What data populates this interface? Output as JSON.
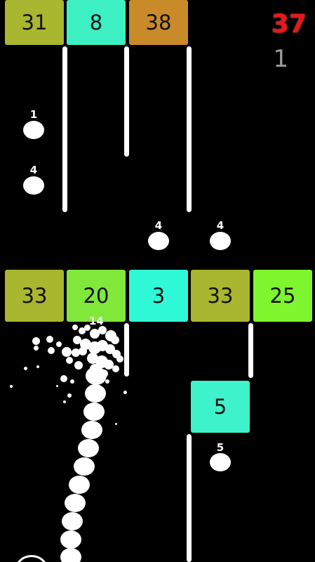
{
  "hud": {
    "score": "37",
    "level": "1"
  },
  "colors": {
    "olive": "#a9b62f",
    "mint": "#3df0c4",
    "amber": "#c98a2a",
    "cyan": "#2ff9d6",
    "lime": "#7ef52f",
    "green": "#80e83a",
    "turq": "#3ef2cb"
  },
  "blocks": [
    {
      "value": "31",
      "color": "olive"
    },
    {
      "value": "8",
      "color": "mint"
    },
    {
      "value": "38",
      "color": "amber"
    },
    {
      "value": "33",
      "color": "olive"
    },
    {
      "value": "20",
      "color": "green"
    },
    {
      "value": "3",
      "color": "cyan"
    },
    {
      "value": "33",
      "color": "olive"
    },
    {
      "value": "25",
      "color": "lime"
    },
    {
      "value": "5",
      "color": "turq"
    }
  ],
  "pickups": [
    {
      "value": "1"
    },
    {
      "value": "4"
    },
    {
      "value": "4"
    },
    {
      "value": "4"
    },
    {
      "value": "5"
    }
  ],
  "snake": {
    "length": "14"
  }
}
